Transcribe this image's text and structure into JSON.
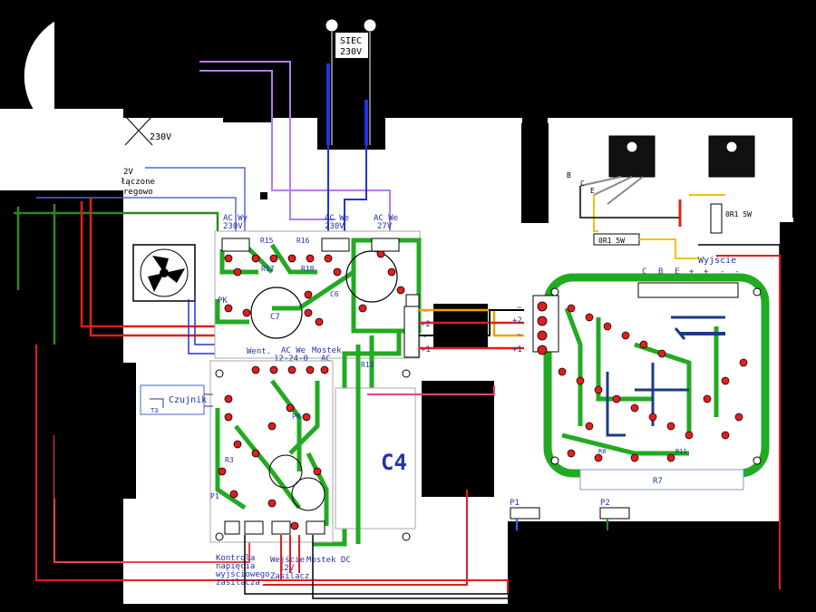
{
  "labels": {
    "mains": "SIEC",
    "mains_voltage": "230V",
    "transformer_230": "230V",
    "frag_2v": "2V",
    "frag_laczone": "łączone",
    "frag_regowo": "regowo",
    "ac_wy": "AC Wy",
    "ac_wy_v": "230V",
    "ac_we": "AC We",
    "ac_we_v": "230V",
    "ac_we27": "AC We",
    "ac_we27_v": "27V",
    "r15": "R15",
    "r16": "R16",
    "r17": "R17",
    "r18": "R18",
    "r3": "R3",
    "r13": "R13",
    "c7": "C7",
    "c6": "C6",
    "c4": "C4",
    "pk": "PK",
    "pk2": "PK",
    "went": "Went.",
    "ac_we_12": "AC We",
    "ac_we_12_v": "12-24-0",
    "mostek": "Mostek",
    "mostek_ac": "AC",
    "czujnik": "Czujnik",
    "t3": "T3",
    "kontrola1": "Kontrola",
    "kontrola2": "napięcia",
    "kontrola3": "wyjściowego",
    "kontrola4": "zasilacza",
    "wejscie1": "Wejście",
    "wejscie2": "12V",
    "wejscie3": "Zasilacz",
    "mostek_dc": "Mostek DC",
    "plus1": "+1",
    "plus2": "+2",
    "tilde": "~",
    "minus": "-",
    "r_0r1_a": "0R1 5W",
    "r_0r1_b": "0R1 5W",
    "tr_b": "B",
    "tr_c": "C",
    "tr_e": "E",
    "wyjscie": "Wyjście",
    "pin_c": "C",
    "pin_b": "B",
    "pin_e": "E",
    "pin_plus1": "+",
    "pin_plus2": "+",
    "pin_minus1": "-",
    "pin_minus2": "-",
    "r7": "R7",
    "r8": "R8",
    "r11": "R11",
    "p1": "P1",
    "p2": "P2",
    "p1_main": "P1"
  }
}
